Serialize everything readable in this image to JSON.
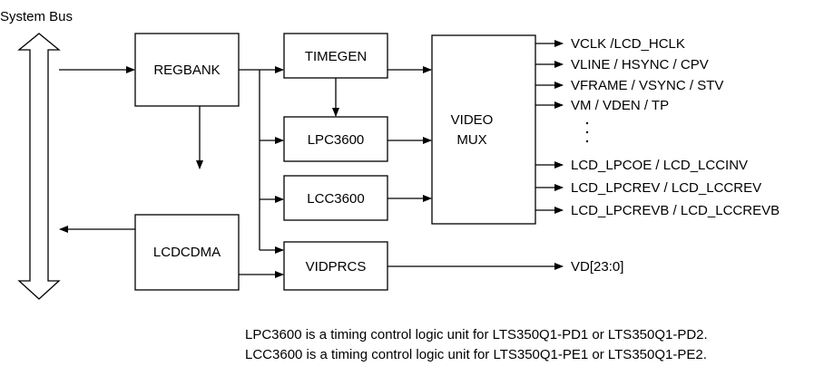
{
  "diagram": {
    "bus_label": "System Bus",
    "blocks": {
      "regbank": "REGBANK",
      "timegen": "TIMEGEN",
      "lpc3600": "LPC3600",
      "lcc3600": "LCC3600",
      "lcdcdma": "LCDCDMA",
      "vidprcs": "VIDPRCS",
      "video_mux_line1": "VIDEO",
      "video_mux_line2": "MUX"
    },
    "outputs": [
      "VCLK /LCD_HCLK",
      "VLINE / HSYNC / CPV",
      "VFRAME / VSYNC / STV",
      "VM / VDEN / TP",
      "LCD_LPCOE / LCD_LCCINV",
      "LCD_LPCREV / LCD_LCCREV",
      "LCD_LPCREVB / LCD_LCCREVB"
    ],
    "vd_output": "VD[23:0]",
    "notes": [
      "LPC3600 is a timing control logic unit for LTS350Q1-PD1 or LTS350Q1-PD2.",
      "LCC3600 is a timing control logic unit for LTS350Q1-PE1 or LTS350Q1-PE2."
    ],
    "colors": {
      "stroke": "#000000",
      "fill": "#ffffff",
      "text": "#000000"
    }
  }
}
